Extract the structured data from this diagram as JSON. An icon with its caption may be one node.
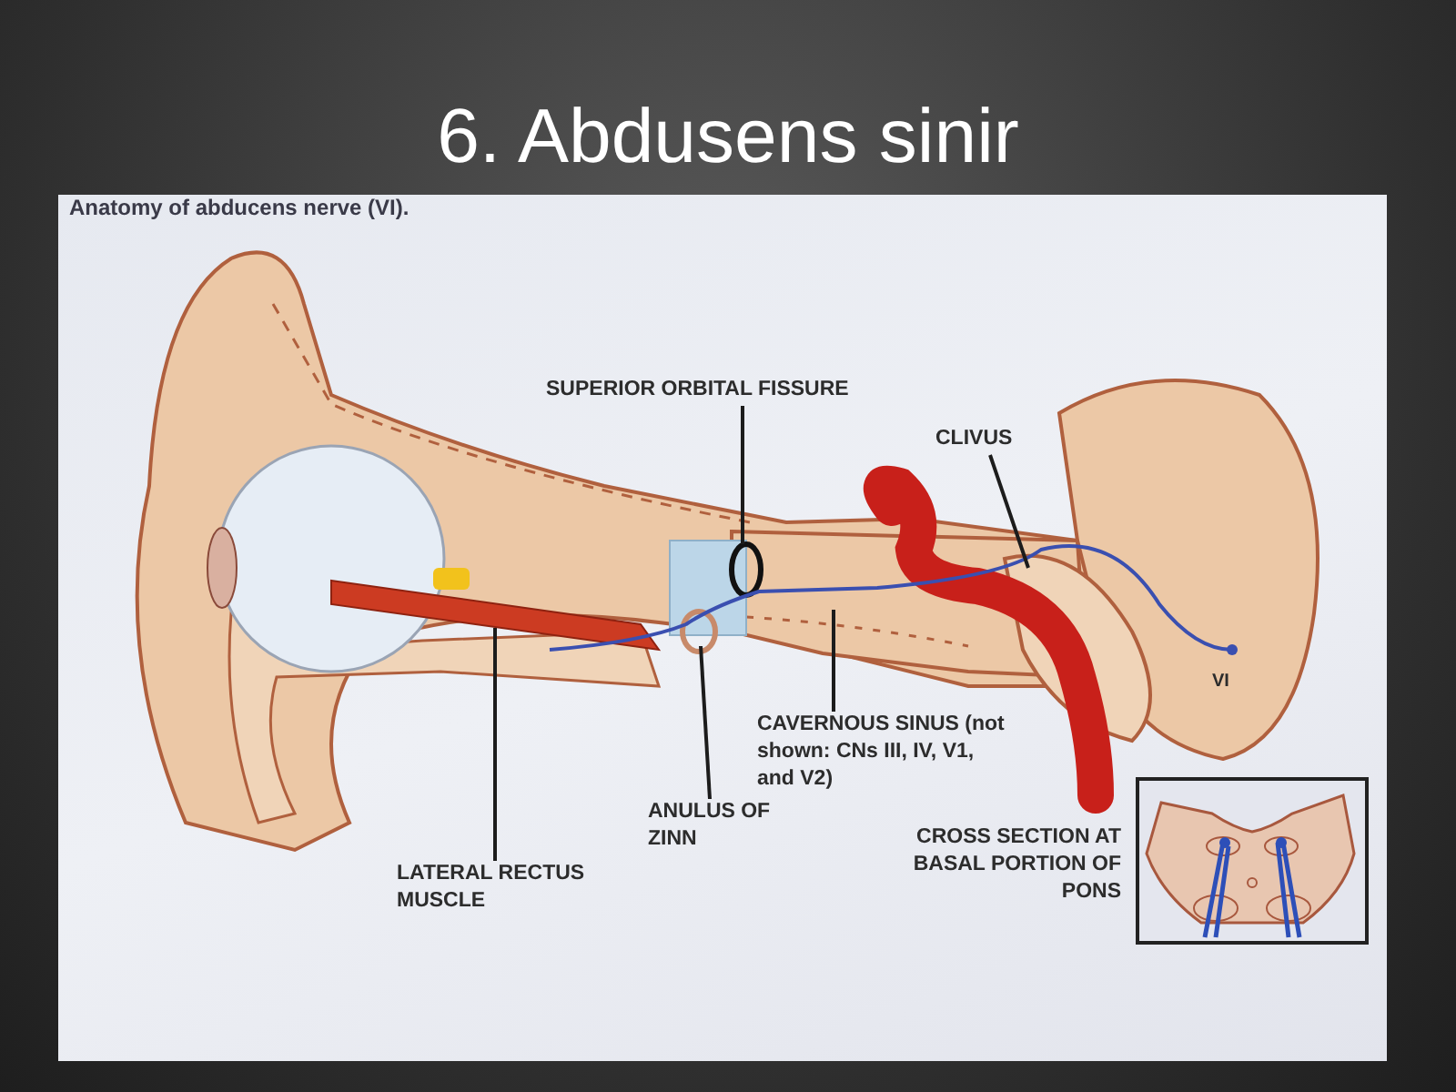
{
  "diagram": {
    "title": "6. Abdusens sinir",
    "nodes": [
      {
        "text": [
          "SUPERIOR ORBITAL FISSURE"
        ]
      },
      {
        "text": [
          "CLIVUS"
        ]
      },
      {
        "text": [
          "CAVERNOUS SINUS (not shown: CNs III, IV, V1, and V2)"
        ]
      },
      {
        "text": [
          "ANULUS OF ZINN"
        ]
      },
      {
        "text": [
          "LATERAL RECTUS MUSCLE"
        ]
      },
      {
        "text": [],
        "shape": "picture",
        "beside": [
          "CROSS SECTION AT BASAL PORTION OF PONS"
        ]
      }
    ],
    "edges": [
      {
        "from": 0,
        "to": null,
        "arrow": "none"
      },
      {
        "from": 1,
        "to": null,
        "arrow": "none"
      },
      {
        "from": 2,
        "to": null,
        "arrow": "none"
      },
      {
        "from": 3,
        "to": null,
        "arrow": "none"
      },
      {
        "from": 4,
        "to": null,
        "arrow": "none"
      }
    ],
    "labels": [
      "Anatomy of abducens nerve (VI).",
      "VI"
    ]
  }
}
